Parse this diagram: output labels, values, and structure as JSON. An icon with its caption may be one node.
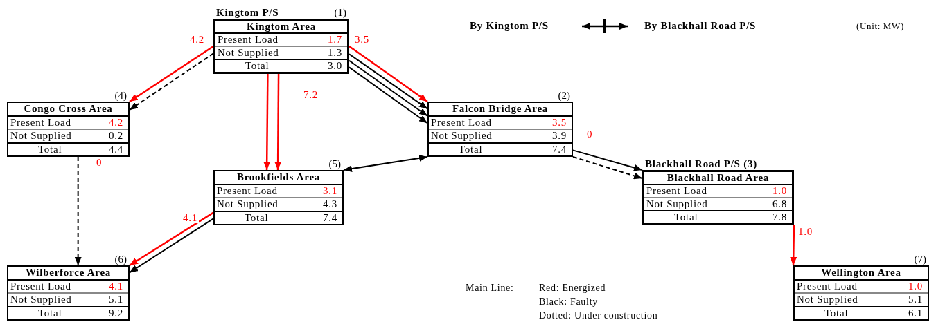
{
  "diagram": {
    "nodes": [
      {
        "text": [
          "Kingtom P/S",
          "(1)",
          "Kingtom Area",
          "Present Load",
          "1.7",
          "Not Supplied",
          "1.3",
          "Total",
          "3.0"
        ]
      },
      {
        "text": [
          "(4)",
          "Congo Cross Area",
          "Present Load",
          "4.2",
          "Not Supplied",
          "0.2",
          "Total",
          "4.4"
        ]
      },
      {
        "text": [
          "(2)",
          "Falcon Bridge Area",
          "Present Load",
          "3.5",
          "Not Supplied",
          "3.9",
          "Total",
          "7.4"
        ]
      },
      {
        "text": [
          "(5)",
          "Brookfields Area",
          "Present Load",
          "3.1",
          "Not Supplied",
          "4.3",
          "Total",
          "7.4"
        ]
      },
      {
        "text": [
          "Blackhall Road P/S (3)",
          "Blackhall Road Area",
          "Present Load",
          "1.0",
          "Not Supplied",
          "6.8",
          "Total",
          "7.8"
        ]
      },
      {
        "text": [
          "(6)",
          "Wilberforce Area",
          "Present Load",
          "4.1",
          "Not Supplied",
          "5.1",
          "Total",
          "9.2"
        ]
      },
      {
        "text": [
          "(7)",
          "Wellington Area",
          "Present Load",
          "1.0",
          "Not Supplied",
          "5.1",
          "Total",
          "6.1"
        ]
      }
    ],
    "edges": [
      {
        "from": 0,
        "to": 1,
        "arrow": "to",
        "label": "4.2",
        "color": "#ff0000"
      },
      {
        "from": 0,
        "to": 1,
        "arrow": "to",
        "style": "dashed"
      },
      {
        "from": 0,
        "to": 3,
        "arrow": "to",
        "color": "#ff0000"
      },
      {
        "from": 0,
        "to": 3,
        "arrow": "to",
        "label": "7.2",
        "color": "#ff0000"
      },
      {
        "from": 0,
        "to": 2,
        "arrow": "to",
        "label": "3.5",
        "color": "#ff0000"
      },
      {
        "from": 0,
        "to": 2,
        "arrow": "to"
      },
      {
        "from": 0,
        "to": 2,
        "arrow": "to"
      },
      {
        "from": 0,
        "to": 2,
        "arrow": "to"
      },
      {
        "from": 3,
        "to": 2,
        "arrow": "both"
      },
      {
        "from": 2,
        "to": 4,
        "arrow": "to",
        "label": "0"
      },
      {
        "from": 2,
        "to": 4,
        "arrow": "to",
        "style": "dashed"
      },
      {
        "from": 1,
        "to": 5,
        "arrow": "to",
        "label": "0",
        "style": "dashed"
      },
      {
        "from": 3,
        "to": 5,
        "arrow": "to",
        "label": "4.1",
        "color": "#ff0000"
      },
      {
        "from": 3,
        "to": 5,
        "arrow": "to"
      },
      {
        "from": 4,
        "to": 6,
        "arrow": "to",
        "label": "1.0",
        "color": "#ff0000"
      }
    ],
    "labels": [
      "By Kingtom P/S",
      "By Blackhall Road P/S",
      "(Unit: MW)",
      "Main Line:",
      "Red: Energized",
      "Black: Faulty",
      "Dotted: Under construction"
    ]
  }
}
